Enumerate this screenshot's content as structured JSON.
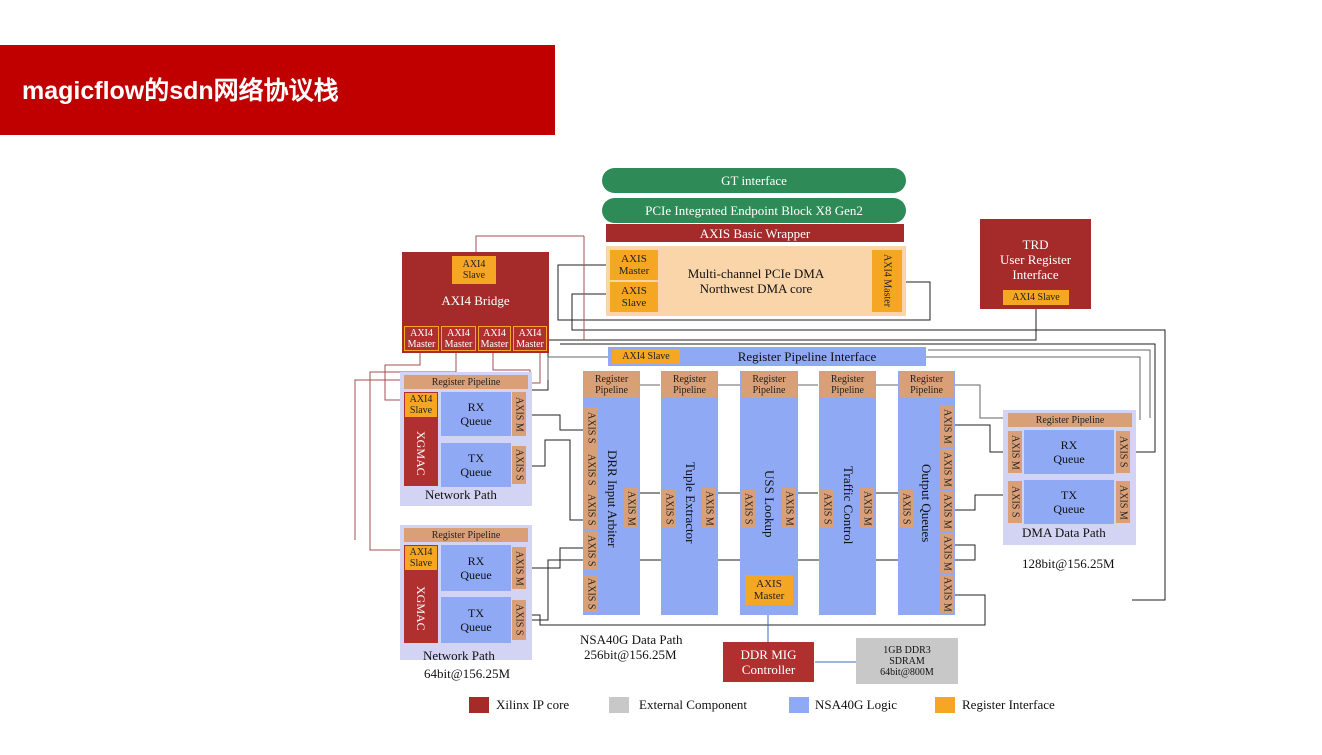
{
  "slide_title": "magicflow的sdn网络协议栈",
  "top": {
    "gt_interface": "GT interface",
    "pcie_block": "PCIe Integrated Endpoint Block X8 Gen2",
    "axis_wrapper": "AXIS Basic Wrapper",
    "dma_core_line1": "Multi-channel PCIe DMA",
    "dma_core_line2": "Northwest DMA core",
    "axis_master": "AXIS Master",
    "axis_slave": "AXIS Slave",
    "axi4_master": "AXI4 Master"
  },
  "trd": {
    "line1": "TRD",
    "line2": "User Register",
    "line3": "Interface",
    "slave": "AXI4 Slave"
  },
  "bridge": {
    "title": "AXI4 Bridge",
    "slave": "AXI4 Slave",
    "masters": [
      "AXI4 Master",
      "AXI4 Master",
      "AXI4 Master",
      "AXI4 Master"
    ]
  },
  "reg_pipeline_interface": {
    "slave": "AXI4 Slave",
    "title": "Register Pipeline  Interface"
  },
  "register_pipeline": "Register Pipeline",
  "network_path": {
    "axi4_slave": "AXI4 Slave",
    "xgmac": "XGMAC",
    "rx_queue": "RX Queue",
    "tx_queue": "TX Queue",
    "axis_m": "AXIS M",
    "axis_s": "AXIS S",
    "label": "Network Path",
    "bus_label": "64bit@156.25M"
  },
  "datapath_modules": [
    "DRR Input Arbiter",
    "Tuple Extractor",
    "USS Lookup",
    "Traffic Control",
    "Output Queues"
  ],
  "axis_m": "AXIS M",
  "axis_s": "AXIS S",
  "axis_master": "AXIS Master",
  "nsa_label_line1": "NSA40G Data Path",
  "nsa_label_line2": "256bit@156.25M",
  "dma_path": {
    "rx_queue": "RX Queue",
    "tx_queue": "TX Queue",
    "label": "DMA Data Path",
    "bus_label": "128bit@156.25M"
  },
  "ddr": {
    "controller": "DDR MIG Controller",
    "sdram": "1GB DDR3 SDRAM 64bit@800M"
  },
  "legend": [
    {
      "label": "Xilinx IP core",
      "color": "#a52a2a"
    },
    {
      "label": "External Component",
      "color": "#c8c8c8"
    },
    {
      "label": "NSA40G Logic",
      "color": "#8fa9f5"
    },
    {
      "label": "Register Interface",
      "color": "#f5a623"
    }
  ]
}
